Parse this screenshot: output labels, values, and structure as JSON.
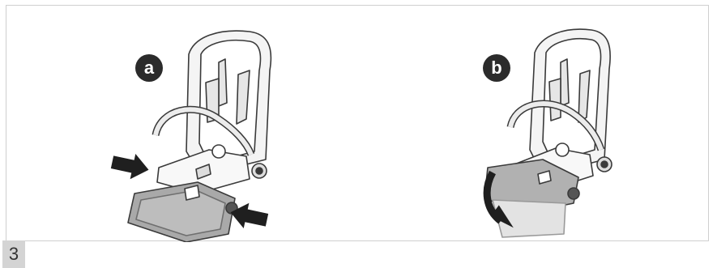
{
  "step_number": "3",
  "panels": [
    {
      "label": "a",
      "icon": "press-side-buttons-icon"
    },
    {
      "label": "b",
      "icon": "lower-footrest-arrow-icon"
    }
  ]
}
